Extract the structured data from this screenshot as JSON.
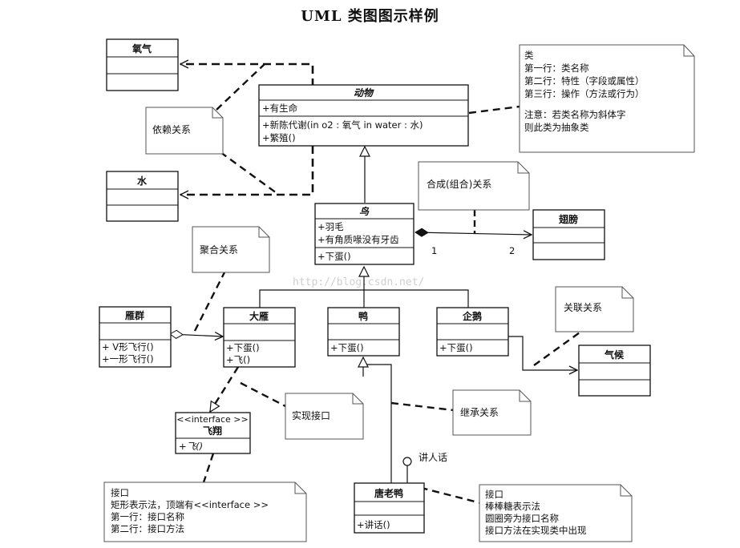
{
  "title": "UML 类图图示样例",
  "watermark": "http://blog.csdn.net/",
  "classes": {
    "oxygen": {
      "name": "氧气"
    },
    "water": {
      "name": "水"
    },
    "animal": {
      "name": "动物",
      "attributes": [
        "+有生命"
      ],
      "operations": [
        "+新陈代谢(in o2 : 氧气   in water : 水)",
        "+繁殖()"
      ]
    },
    "bird": {
      "name": "鸟",
      "attributes": [
        "+羽毛",
        "+有角质喙没有牙齿"
      ],
      "operations": [
        "+下蛋()"
      ]
    },
    "wing": {
      "name": "翅膀"
    },
    "flock": {
      "name": "雁群",
      "operations": [
        "+ V形飞行()",
        "+一形飞行()"
      ]
    },
    "goose": {
      "name": "大雁",
      "operations": [
        "+下蛋()",
        "+飞()"
      ]
    },
    "duck": {
      "name": "鸭",
      "operations": [
        "+下蛋()"
      ]
    },
    "penguin": {
      "name": "企鹅",
      "operations": [
        "+下蛋()"
      ]
    },
    "climate": {
      "name": "气候"
    },
    "fly": {
      "stereotype": "<<interface >>",
      "name": "飞翔",
      "operations": [
        "+飞()"
      ]
    },
    "donald": {
      "name": "唐老鸭",
      "operations": [
        "+讲话()"
      ]
    }
  },
  "notes": {
    "class_note": [
      "类",
      "第一行：类名称",
      "第二行：特性（字段或属性）",
      "第三行：操作（方法或行为）",
      "",
      "注意：若类名称为斜体字",
      "则此类为抽象类"
    ],
    "dependency": "依赖关系",
    "composition": "合成(组合)关系",
    "aggregation": "聚合关系",
    "association": "关联关系",
    "realization": "实现接口",
    "inheritance": "继承关系",
    "interface_rect": [
      "接口",
      "矩形表示法，顶端有<<interface >>",
      "第一行：接口名称",
      "第二行：接口方法"
    ],
    "interface_lollipop": [
      "接口",
      "棒棒糖表示法",
      "圆圈旁为接口名称",
      "接口方法在实现类中出现"
    ]
  },
  "labels": {
    "multiplicity_left": "1",
    "multiplicity_right": "2",
    "speak_interface": "讲人话"
  }
}
